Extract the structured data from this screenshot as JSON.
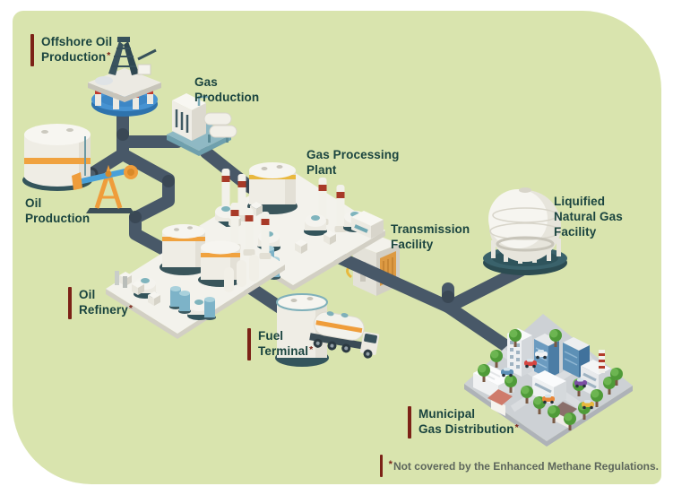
{
  "colors": {
    "panel_bg": "#d9e4ae",
    "label_text": "#1a443f",
    "accent_maroon": "#7c2217",
    "footnote_text": "#5d665c",
    "pipeline": "#485868"
  },
  "labels": {
    "offshore_oil_production": {
      "lines": [
        "Offshore Oil",
        "Production"
      ],
      "asterisk": "*"
    },
    "gas_production": {
      "lines": [
        "Gas",
        "Production"
      ]
    },
    "oil_production": {
      "lines": [
        "Oil",
        "Production"
      ]
    },
    "gas_processing_plant": {
      "lines": [
        "Gas Processing",
        "Plant"
      ]
    },
    "transmission_facility": {
      "lines": [
        "Transmission",
        "Facility"
      ]
    },
    "liquified_natural_gas_facility": {
      "lines": [
        "Liquified",
        "Natural Gas",
        "Facility"
      ]
    },
    "oil_refinery": {
      "lines": [
        "Oil",
        "Refinery"
      ],
      "asterisk": "*"
    },
    "fuel_terminal": {
      "lines": [
        "Fuel",
        "Terminal"
      ],
      "asterisk": "*"
    },
    "municipal_gas_distribution": {
      "lines": [
        "Municipal",
        "Gas Distribution"
      ],
      "asterisk": "*"
    }
  },
  "footnote": {
    "asterisk": "*",
    "text": "Not covered by the Enhanced Methane Regulations."
  }
}
